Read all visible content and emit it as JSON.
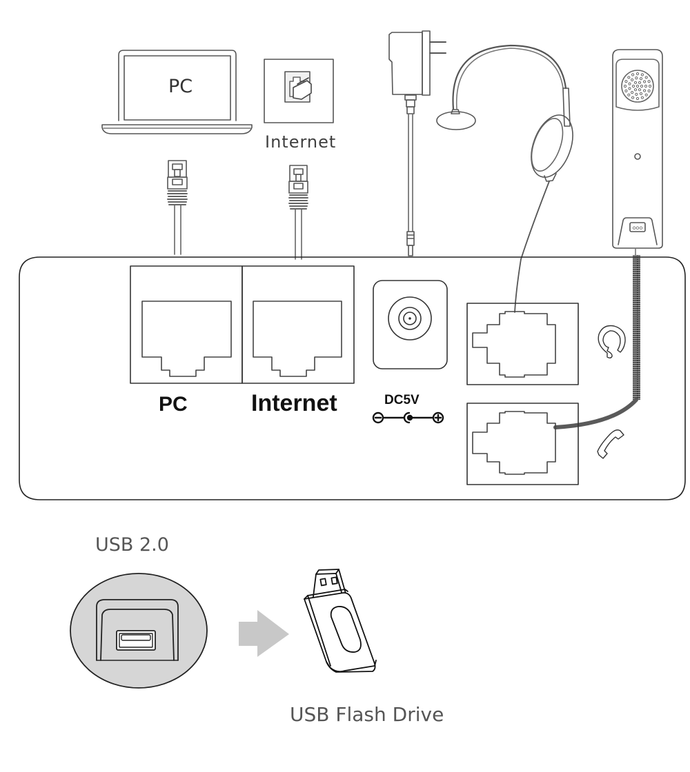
{
  "diagram": {
    "title": "IP phone rear-panel connection diagram",
    "devices": {
      "laptop": {
        "label": "PC",
        "icon": "laptop-icon"
      },
      "wall_jack": {
        "label": "Internet",
        "icon": "ethernet-wall-jack-icon"
      },
      "power_adapter": {
        "icon": "power-adapter-icon"
      },
      "headset": {
        "icon": "headset-icon"
      },
      "handset": {
        "icon": "handset-icon"
      },
      "usb_drive": {
        "label": "USB Flash Drive",
        "icon": "usb-flash-drive-icon"
      }
    },
    "ports": {
      "pc": {
        "label": "PC"
      },
      "internet": {
        "label": "Internet"
      },
      "power": {
        "label": "DC5V",
        "polarity": "center-positive"
      },
      "headset_port": {
        "icon": "headset-port-icon"
      },
      "handset_port": {
        "icon": "handset-port-icon"
      },
      "usb": {
        "label": "USB 2.0"
      }
    },
    "colors": {
      "line": "#333333",
      "cord": "#555555",
      "usb_disc": "#d6d6d6",
      "arrow": "#c8c8c8"
    }
  }
}
